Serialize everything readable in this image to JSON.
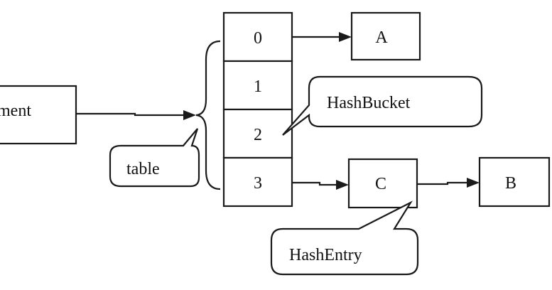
{
  "segment_label": "ment",
  "table_cells": [
    "0",
    "1",
    "2",
    "3"
  ],
  "nodes": {
    "a": "A",
    "b": "B",
    "c": "C"
  },
  "callouts": {
    "table": "table",
    "hash_bucket": "HashBucket",
    "hash_entry": "HashEntry"
  }
}
